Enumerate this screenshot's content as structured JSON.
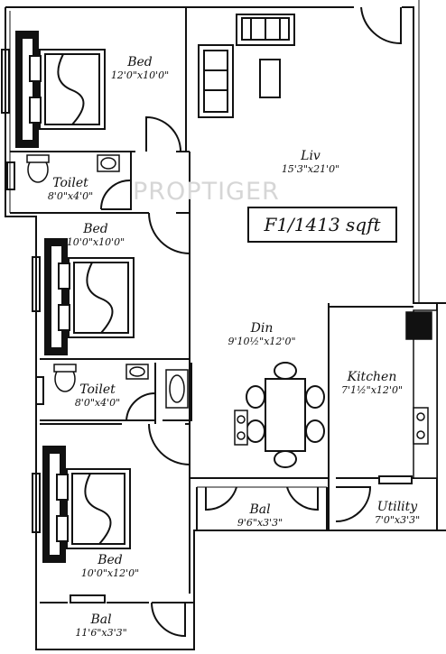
{
  "plan": {
    "unit_label": "F1/1413 sqft",
    "watermark": "PROPTIGER",
    "rooms": [
      {
        "id": "bed1",
        "name": "Bed",
        "dims": "12'0\"x10'0\""
      },
      {
        "id": "toilet1",
        "name": "Toilet",
        "dims": "8'0\"x4'0\""
      },
      {
        "id": "liv",
        "name": "Liv",
        "dims": "15'3\"x21'0\""
      },
      {
        "id": "bed2",
        "name": "Bed",
        "dims": "10'0\"x10'0\""
      },
      {
        "id": "din",
        "name": "Din",
        "dims": "9'10½\"x12'0\""
      },
      {
        "id": "kitchen",
        "name": "Kitchen",
        "dims": "7'1½\"x12'0\""
      },
      {
        "id": "toilet2",
        "name": "Toilet",
        "dims": "8'0\"x4'0\""
      },
      {
        "id": "bal1",
        "name": "Bal",
        "dims": "9'6\"x3'3\""
      },
      {
        "id": "utility",
        "name": "Utility",
        "dims": "7'0\"x3'3\""
      },
      {
        "id": "bed3",
        "name": "Bed",
        "dims": "10'0\"x12'0\""
      },
      {
        "id": "bal2",
        "name": "Bal",
        "dims": "11'6\"x3'3\""
      }
    ]
  },
  "colors": {
    "wall": "#111111",
    "background": "#ffffff",
    "watermark": "#d6d6d6"
  }
}
